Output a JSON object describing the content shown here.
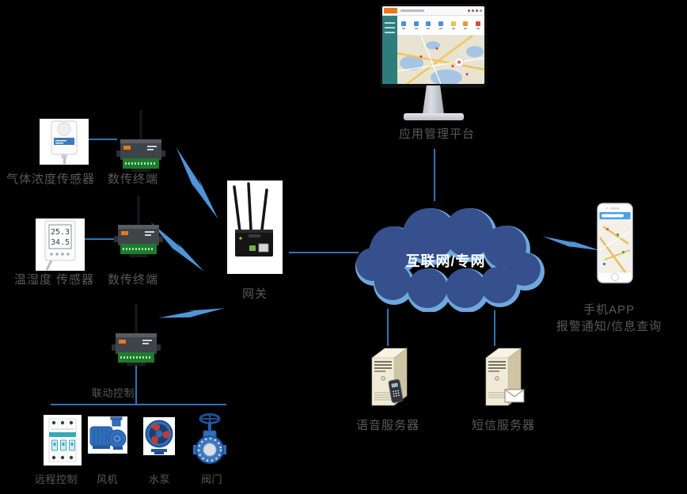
{
  "labels": {
    "platform": "应用管理平台",
    "gas_sensor": "气体浓度传感器",
    "dtu1": "数传终端",
    "th_sensor": "温湿度 传感器",
    "dtu2": "数传终端",
    "gateway": "网关",
    "cloud": "互联网/专网",
    "linkage": "联动控制",
    "remote": "远程控制",
    "fan": "风机",
    "pump": "水泵",
    "valve": "阀门",
    "voice_server": "语音服务器",
    "sms_server": "短信服务器",
    "app_title": "手机APP",
    "app_sub": "报警通知/信息查询"
  },
  "sensor_readings": {
    "temperature": "25.3",
    "humidity": "34.5"
  },
  "colors": {
    "background": "#000000",
    "line": "#2E75B6",
    "bolt": "#4F94D6",
    "cloud_fill": "#35508C",
    "cloud_edge": "#6FA8DC",
    "cloud_text": "#FFFFFF",
    "label_text": "#595959",
    "device_bg": "#FFFFFF",
    "server_front": "#F0EAD8",
    "server_side": "#CFC4A4",
    "dtu_body": "#3F4448",
    "dtu_block": "#1F7A2E",
    "sidebar_teal": "#2E7D7C",
    "logo_orange": "#E87722",
    "pump_blue": "#2F6FBA",
    "fan_red": "#C23A32"
  }
}
